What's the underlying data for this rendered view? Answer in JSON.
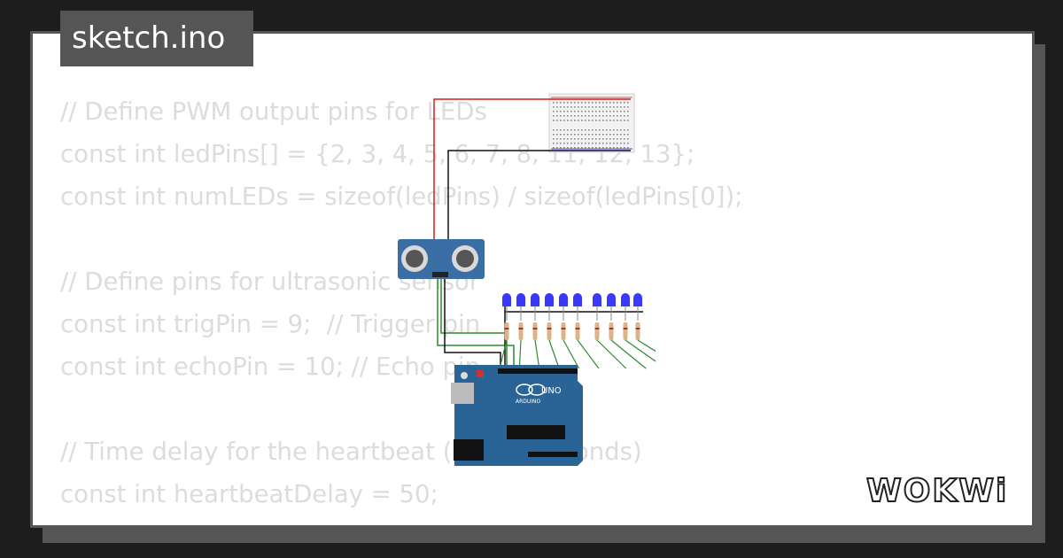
{
  "title": "sketch.ino",
  "code_lines": [
    "// Define PWM output pins for LEDs",
    "const int ledPins[] = {2, 3, 4, 5, 6, 7, 8, 11, 12, 13};",
    "const int numLEDs = sizeof(ledPins) / sizeof(ledPins[0]);",
    "",
    "// Define pins for ultrasonic sensor",
    "const int trigPin = 9;  // Trigger pin",
    "const int echoPin = 10; // Echo pin",
    "",
    "// Time delay for the heartbeat (in milliseconds)",
    "const int heartbeatDelay = 50;"
  ],
  "diagram": {
    "board_label": "UNO",
    "board_brand": "ARDUINO",
    "led_count": 10,
    "icons": [
      "breadboard-icon",
      "ultrasonic-sensor-icon",
      "led-icon",
      "resistor-icon",
      "arduino-uno-icon"
    ]
  },
  "logo": {
    "text": "WOKWi"
  },
  "colors": {
    "background": "#1d1d1d",
    "card": "#ffffff",
    "frame": "#555555",
    "code_text": "#dcdcdc",
    "board": "#2a6496",
    "led": "#3a3aff",
    "wire_red": "#d81b1b",
    "wire_green": "#2e8b2e",
    "wire_black": "#111111"
  }
}
